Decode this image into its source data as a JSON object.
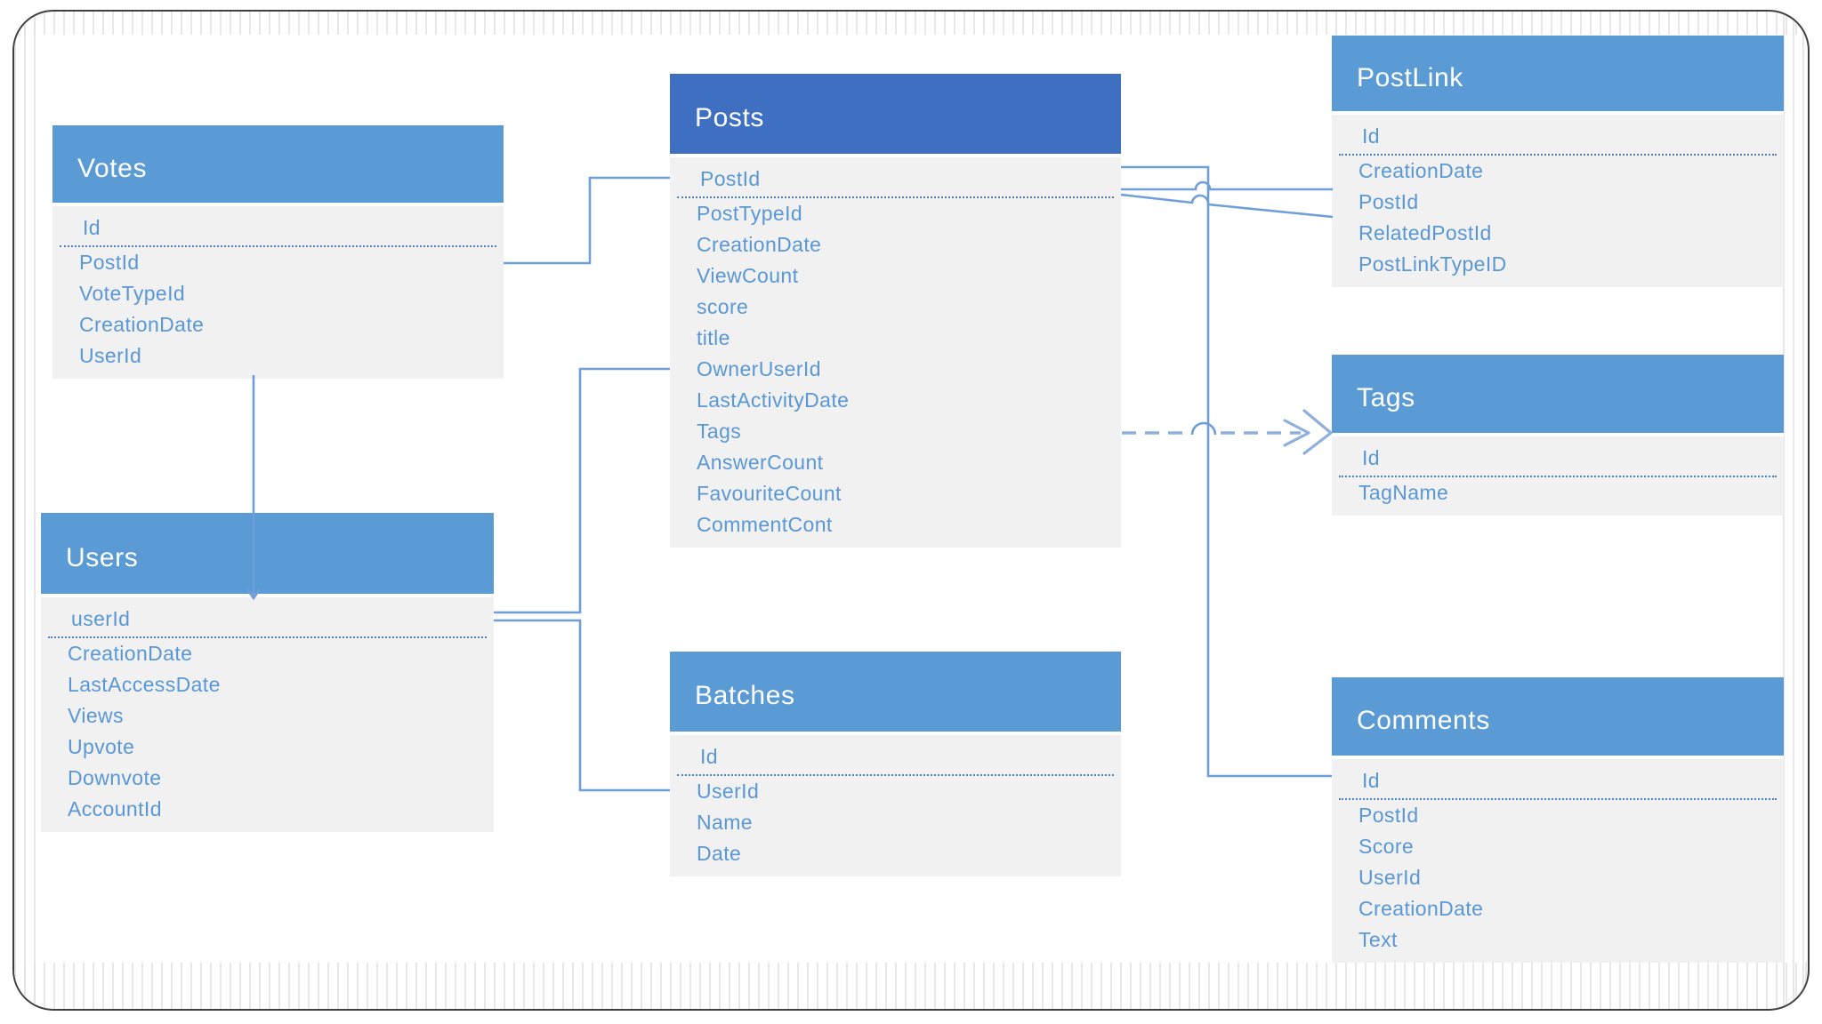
{
  "diagram": {
    "kind": "entity-relationship-schema",
    "tables": {
      "votes": {
        "title": "Votes",
        "key_fields": [
          "Id"
        ],
        "fields": [
          "PostId",
          "VoteTypeId",
          "CreationDate",
          "UserId"
        ]
      },
      "posts": {
        "title": "Posts",
        "key_fields": [
          "PostId"
        ],
        "fields": [
          "PostTypeId",
          "CreationDate",
          "ViewCount",
          "score",
          "title",
          "OwnerUserId",
          "LastActivityDate",
          "Tags",
          "AnswerCount",
          "FavouriteCount",
          "CommentCont"
        ]
      },
      "postlink": {
        "title": "PostLink",
        "key_fields": [
          "Id"
        ],
        "fields": [
          "CreationDate",
          "PostId",
          "RelatedPostId",
          "PostLinkTypeID"
        ]
      },
      "tags": {
        "title": "Tags",
        "key_fields": [
          "Id"
        ],
        "fields": [
          "TagName"
        ]
      },
      "users": {
        "title": "Users",
        "key_fields": [
          "userId"
        ],
        "fields": [
          "CreationDate",
          "LastAccessDate",
          "Views",
          "Upvote",
          "Downvote",
          "AccountId"
        ]
      },
      "batches": {
        "title": "Batches",
        "key_fields": [
          "Id"
        ],
        "fields": [
          "UserId",
          "Name",
          "Date"
        ]
      },
      "comments": {
        "title": "Comments",
        "key_fields": [
          "Id"
        ],
        "fields": [
          "PostId",
          "Score",
          "UserId",
          "CreationDate",
          "Text"
        ]
      }
    },
    "connections": [
      {
        "from": "Votes.PostId",
        "to": "Posts.PostId",
        "style": "solid-elbow"
      },
      {
        "from": "Votes",
        "to": "Users",
        "style": "solid-vertical-arrow"
      },
      {
        "from": "Users.userId",
        "to": "Posts.OwnerUserId",
        "style": "solid-elbow"
      },
      {
        "from": "Users.userId",
        "to": "Batches.UserId",
        "style": "solid-elbow"
      },
      {
        "from": "Posts.PostId",
        "to": "Comments.Id",
        "style": "solid-elbow"
      },
      {
        "from": "Posts.PostId",
        "to": "PostLink.PostId",
        "style": "solid-straight"
      },
      {
        "from": "Posts.PostId",
        "to": "PostLink.RelatedPostId",
        "style": "solid-diagonal"
      },
      {
        "from": "Posts.Tags",
        "to": "Tags",
        "style": "dashed-open-arrow"
      }
    ]
  },
  "colors": {
    "header_blue": "#5b9bd5",
    "header_blue_dark": "#3f6fc1",
    "body_gray": "#f1f1f1",
    "field_text": "#5a97d5",
    "separator": "#4a7fc1",
    "connector": "#6f9fd6",
    "connector_dashed": "#8fafdd",
    "frame_border": "#3f3f3f"
  }
}
